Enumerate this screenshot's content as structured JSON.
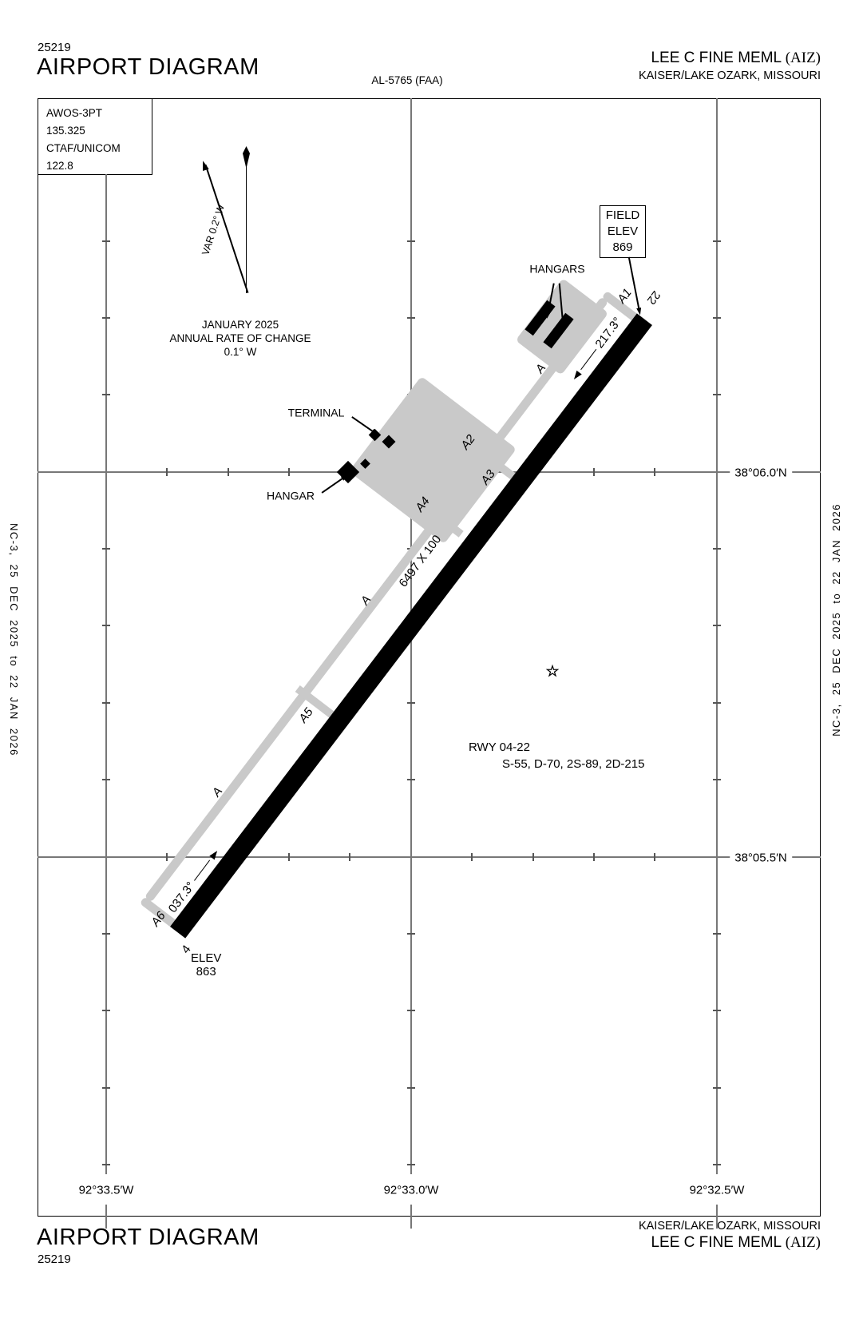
{
  "doc": {
    "chart_number": "25219",
    "title": "AIRPORT DIAGRAM",
    "al_number": "AL-5765 (FAA)",
    "airport_name": "LEE C FINE MEML",
    "airport_ident": "(AIZ)",
    "city": "KAISER/LAKE OZARK, MISSOURI",
    "edition": "NC-3,  25 DEC 2025  to  22 JAN 2026"
  },
  "comm": {
    "lines": [
      "AWOS-3PT",
      "135.325",
      "CTAF/UNICOM",
      "122.8"
    ]
  },
  "north": {
    "var_label": "VAR 0.2° W",
    "change_lines": [
      "JANUARY 2025",
      "ANNUAL RATE OF CHANGE",
      "0.1° W"
    ]
  },
  "field_elev": {
    "lines": [
      "FIELD",
      "ELEV",
      "869"
    ]
  },
  "runway": {
    "designation": "RWY 04-22",
    "ratings": "S-55, D-70, 2S-89, 2D-215",
    "dimensions": "6497 X 100",
    "end22": {
      "number": "22",
      "heading": "217.3°"
    },
    "end04": {
      "number": "4",
      "heading": "037.3°",
      "elev_label": "ELEV",
      "elev_value": "863"
    }
  },
  "buildings": {
    "hangars_label": "HANGARS",
    "hangar_label": "HANGAR",
    "terminal_label": "TERMINAL"
  },
  "taxiways": {
    "parallel": "A",
    "a1": "A1",
    "a2": "A2",
    "a3": "A3",
    "a4": "A4",
    "a5": "A5",
    "a6": "A6"
  },
  "grid": {
    "lat": [
      {
        "label": "38°06.0′N"
      },
      {
        "label": "38°05.5′N"
      }
    ],
    "lon": [
      {
        "label": "92°33.5′W"
      },
      {
        "label": "92°33.0′W"
      },
      {
        "label": "92°32.5′W"
      }
    ]
  },
  "icons": {
    "beacon": "☆"
  },
  "colors": {
    "taxiway_gray": "#c9c9c9",
    "runway_black": "#000000",
    "grid_gray": "#777777"
  }
}
